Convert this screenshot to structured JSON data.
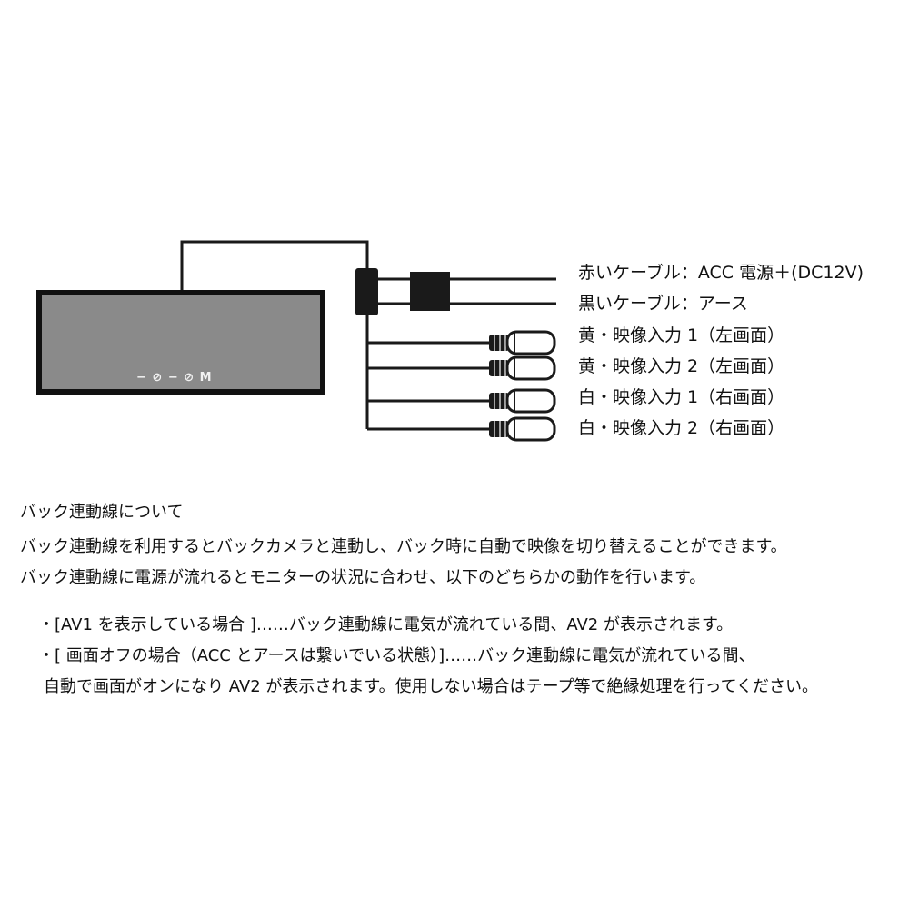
{
  "monitor": {
    "button_labels": "− ⊘ − ⊘ M"
  },
  "cables": [
    {
      "label": "赤いケーブル：ACC 電源＋(DC12V)",
      "type": "wire"
    },
    {
      "label": "黒いケーブル：アース",
      "type": "wire"
    },
    {
      "label": "黄・映像入力 1（左画面）",
      "type": "rca"
    },
    {
      "label": "黄・映像入力 2（左画面）",
      "type": "rca"
    },
    {
      "label": "白・映像入力 1（右画面）",
      "type": "rca"
    },
    {
      "label": "白・映像入力 2（右画面）",
      "type": "rca"
    }
  ],
  "description": {
    "heading": "バック連動線について",
    "line1": "バック連動線を利用するとバックカメラと連動し、バック時に自動で映像を切り替えることができます。",
    "line2": "バック連動線に電源が流れるとモニターの状況に合わせ、以下のどちらかの動作を行います。",
    "bullet1": "・[AV1 を表示している場合 ]……バック連動線に電気が流れている間、AV2 が表示されます。",
    "bullet2": "・[ 画面オフの場合（ACC とアースは繋いでいる状態）]……バック連動線に電気が流れている間、",
    "bullet2_cont": "自動で画面がオンになり AV2 が表示されます。使用しない場合はテープ等で絶縁処理を行ってください。"
  },
  "colors": {
    "line": "#1a1a1a",
    "screen": "#8a8a8a",
    "bezel": "#111111"
  }
}
